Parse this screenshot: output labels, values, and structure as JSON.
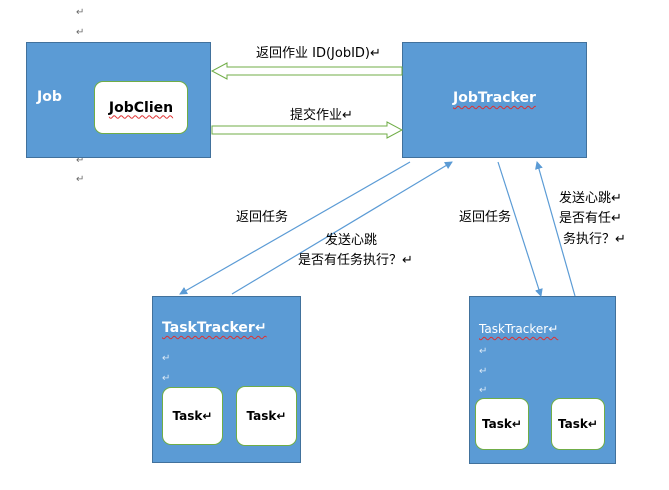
{
  "para_mark": "↵",
  "job": {
    "title": "Job",
    "client": "JobClien"
  },
  "jobtracker": {
    "title": "JobTracker"
  },
  "arrows": {
    "return_job": "返回作业 ID(JobID)↵",
    "submit_job": "提交作业↵",
    "return_task_left": "返回任务",
    "heartbeat_left_1": "发送心跳",
    "heartbeat_left_2": "是否有任务执行？↵",
    "return_task_right": "返回任务",
    "heartbeat_right_1": "发送心跳↵",
    "heartbeat_right_2": "是否有任↵",
    "heartbeat_right_3": "务执行？↵"
  },
  "tasktracker_left": {
    "title": "TaskTracker↵",
    "task1": "Task↵",
    "task2": "Task↵"
  },
  "tasktracker_right": {
    "title": "TaskTracker↵",
    "task1": "Task↵",
    "task2": "Task↵"
  },
  "colors": {
    "box_fill": "#5b9bd5",
    "box_border": "#41719c",
    "outline_green": "#70ad47",
    "arrow_blue": "#5b9bd5"
  }
}
